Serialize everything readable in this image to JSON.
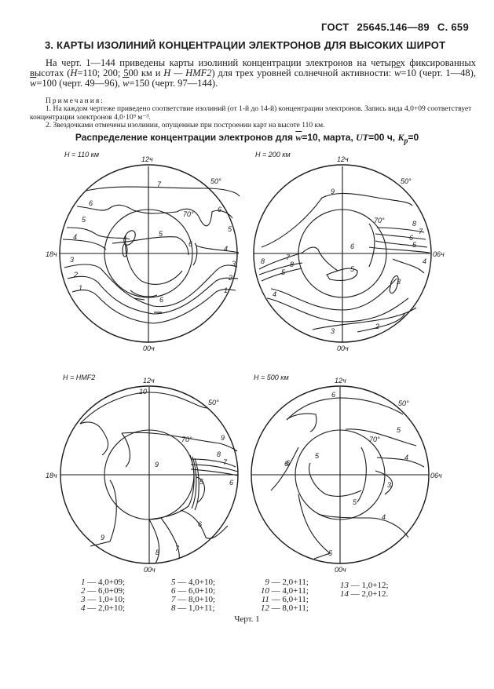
{
  "header": {
    "standard": "ГОСТ",
    "code": "25645.146—89",
    "page": "С. 659"
  },
  "section": {
    "title": "3. КАРТЫ ИЗОЛИНИЙ КОНЦЕНТРАЦИИ ЭЛЕКТРОНОВ ДЛЯ ВЫСОКИХ ШИРОТ"
  },
  "intro": {
    "part1": "На черт. 1—144 приведены карты изолиний концентрации электронов на четырех фиксированных высотах  (",
    "h_label": "H",
    "part2": "=110; 200; 500 км и ",
    "hmf2": "H — HMF2",
    "part3": ") для трех  уровней солнечной  активности: ",
    "w": "w",
    "part4": "=10 (черт.  1—48),  ",
    "part5": "=100  (черт. 49—96),  ",
    "part6": "=150 (черт. 97—144)."
  },
  "notes": {
    "title": "Примечания:",
    "note1": "1. На каждом чертеже приведено соответствие изолиний (от  1-й до 14-й)  концентрации  электронов.  Запись вида 4,0+09 соответствует концентрации электронов 4,0·10⁹ м⁻³.",
    "note2": "2. Звездочками  отмечены  изолинии, опущенные при построении карт на высоте 110 км."
  },
  "figure": {
    "caption_prefix": "Распределение концентрации электронов  для ",
    "caption_w": "w",
    "caption_suffix": "=10, марта, ",
    "caption_ut": "UT",
    "caption_ut_val": "=00 ч, ",
    "caption_kp": "K",
    "caption_kp_sub": "p",
    "caption_kp_val": "=0",
    "number": "Черт. 1",
    "maps": [
      {
        "title": "H = 110 км",
        "top_label": "12ч",
        "left_label": "18ч",
        "bottom_label": "00ч",
        "lat_outer": "50°",
        "lat_inner": "70°",
        "isoline_labels": [
          "7",
          "6",
          "6",
          "5",
          "5",
          "5",
          "4",
          "4",
          "3",
          "3",
          "2",
          "2",
          "1",
          "1",
          "6",
          "6"
        ]
      },
      {
        "title": "H = 200 км",
        "top_label": "12ч",
        "right_label": "06ч",
        "bottom_label": "00ч",
        "lat_outer": "50°",
        "lat_inner": "70°",
        "isoline_labels": [
          "9",
          "8",
          "7",
          "6",
          "5",
          "6",
          "4",
          "8",
          "7",
          "8",
          "5",
          "5",
          "3",
          "4",
          "3",
          "2"
        ]
      },
      {
        "title": "H = HMF2",
        "top_label": "12ч",
        "left_label": "18ч",
        "bottom_label": "00ч",
        "lat_outer": "50°",
        "lat_inner": "70°",
        "isoline_labels": [
          "10",
          "9",
          "9",
          "8",
          "7",
          "6",
          "5",
          "6",
          "9",
          "8",
          "7"
        ]
      },
      {
        "title": "H = 500 км",
        "top_label": "12ч",
        "right_label": "06ч",
        "bottom_label": "00ч",
        "lat_outer": "50°",
        "lat_inner": "70°",
        "isoline_labels": [
          "6",
          "5",
          "4",
          "6",
          "5",
          "6",
          "3",
          "5",
          "4",
          "5"
        ]
      }
    ],
    "legend": [
      {
        "n": "1",
        "v": "4,0+09;"
      },
      {
        "n": "2",
        "v": "6,0+09;"
      },
      {
        "n": "3",
        "v": "1,0+10;"
      },
      {
        "n": "4",
        "v": "2,0+10;"
      },
      {
        "n": "5",
        "v": "4,0+10;"
      },
      {
        "n": "6",
        "v": "6,0+10;"
      },
      {
        "n": "7",
        "v": "8,0+10;"
      },
      {
        "n": "8",
        "v": "1,0+11;"
      },
      {
        "n": "9",
        "v": "2,0+11;"
      },
      {
        "n": "10",
        "v": "4,0+11;"
      },
      {
        "n": "11",
        "v": "6,0+11;"
      },
      {
        "n": "12",
        "v": "8,0+11;"
      },
      {
        "n": "13",
        "v": "1,0+12;"
      },
      {
        "n": "14",
        "v": "2,0+12."
      }
    ]
  }
}
